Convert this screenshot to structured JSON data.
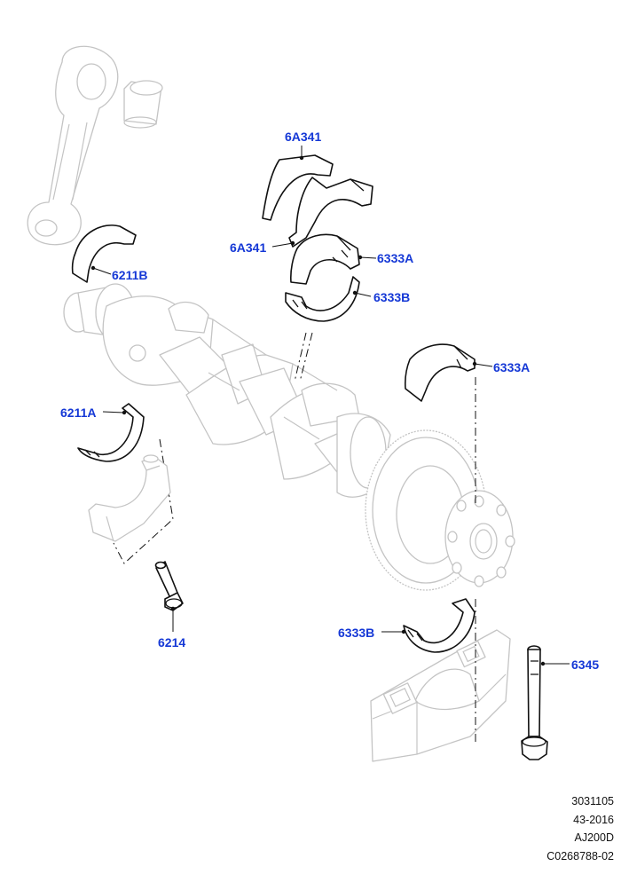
{
  "callouts": {
    "thrust_upper": "6A341",
    "thrust_lower": "6A341",
    "main_upper_1": "6333A",
    "main_lower_1": "6333B",
    "main_upper_2": "6333A",
    "main_lower_2": "6333B",
    "rod_bearing_upper": "6211B",
    "rod_bearing_lower": "6211A",
    "rod_bolt": "6214",
    "cap_bolt": "6345"
  },
  "meta": {
    "line1": "3031105",
    "line2": "43-2016",
    "line3": "AJ200D",
    "line4": "C0268788-02"
  },
  "colors": {
    "callout": "#1538d6",
    "ghost": "#c4c4c4",
    "part": "#111111"
  }
}
